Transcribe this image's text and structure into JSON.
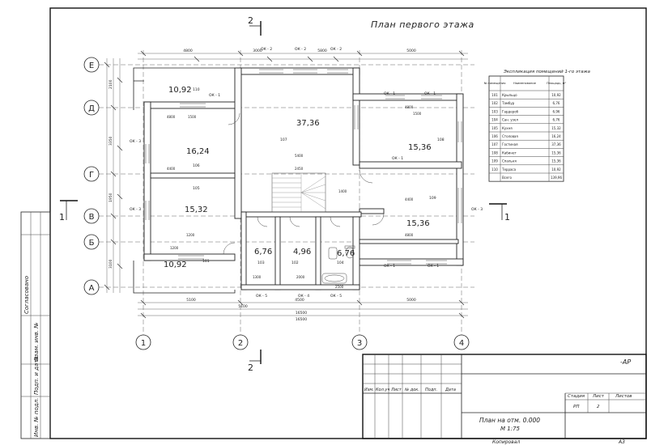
{
  "sheet": {
    "title": "План первого этажа",
    "format": "А3",
    "copied_label": "Копировал",
    "code": "-АР",
    "drawing_name": "План на отм. 0.000",
    "scale": "М 1:75"
  },
  "stamp_header": {
    "columns": [
      "Изм.",
      "Кол.уч",
      "Лист",
      "№ док.",
      "Подп.",
      "Дата"
    ]
  },
  "stamp_stage": {
    "headers": [
      "Стадия",
      "Лист",
      "Листов"
    ],
    "values": [
      "РП",
      "2",
      ""
    ]
  },
  "left_strip": {
    "labels": [
      "Согласовано",
      "Взам. инв. №",
      "Подп. и дата",
      "Инв. № подл."
    ]
  },
  "axes_letters": [
    "Е",
    "Д",
    "Г",
    "В",
    "Б",
    "А"
  ],
  "axes_numbers": [
    "1",
    "2",
    "3",
    "4"
  ],
  "section_marks": [
    "2",
    "2",
    "1",
    "1"
  ],
  "areas": [
    "10,92",
    "37,36",
    "16,24",
    "15,36",
    "15,32",
    "15,36",
    "6,76",
    "4,96",
    "6,76",
    "10,92"
  ],
  "room_numbers": [
    "110",
    "107",
    "106",
    "108",
    "105",
    "109",
    "103",
    "102",
    "104",
    "101"
  ],
  "openings": [
    "ОК - 2",
    "ОК - 2",
    "ОК - 2",
    "ОК - 1",
    "ОК - 1",
    "ОК - 1",
    "ОК - 3",
    "ОК - 1",
    "ОК - 3",
    "ОК - 3",
    "ОК - 1",
    "ОК - 1",
    "ОК - 5",
    "ОК - 4",
    "ОК - 5"
  ],
  "dimensions": {
    "top": [
      "4800",
      "3000",
      "5800",
      "5000"
    ],
    "bottom": [
      "5100",
      "4500",
      "5100",
      "5000"
    ],
    "overall": [
      "16500",
      "16500"
    ],
    "left": [
      "2100",
      "3350",
      "1950",
      "3100"
    ],
    "inner": [
      "4800",
      "4400",
      "1500",
      "1200",
      "5400",
      "2450",
      "1400",
      "4800",
      "4400",
      "1500",
      "4800",
      "2000",
      "1300",
      "1200",
      "2500"
    ]
  },
  "explication": {
    "title": "Экспликация помещений 1-го этажа",
    "headers": [
      "№ помещения",
      "Наименование",
      "Площадь, м²"
    ],
    "rows": [
      [
        "101",
        "Крыльцо",
        "10,92"
      ],
      [
        "102",
        "Тамбур",
        "6,76"
      ],
      [
        "103",
        "Гардероб",
        "6,96"
      ],
      [
        "104",
        "Сан. узел",
        "6,76"
      ],
      [
        "105",
        "Кухня",
        "15,32"
      ],
      [
        "106",
        "Столовая",
        "16,24"
      ],
      [
        "107",
        "Гостиная",
        "37,36"
      ],
      [
        "108",
        "Кабинет",
        "15,36"
      ],
      [
        "109",
        "Спальня",
        "15,36"
      ],
      [
        "110",
        "Терраса",
        "10,92"
      ],
      [
        "",
        "Всего",
        "139,96"
      ]
    ]
  }
}
